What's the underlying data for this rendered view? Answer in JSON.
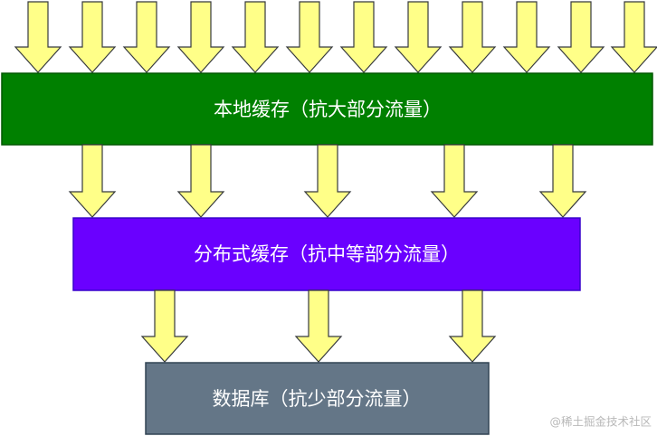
{
  "layers": {
    "local_cache": {
      "label": "本地缓存（抗大部分流量）",
      "color": "#008000"
    },
    "distributed_cache": {
      "label": "分布式缓存（抗中等部分流量）",
      "color": "#6a00ff"
    },
    "database": {
      "label": "数据库（抗少部分流量）",
      "color": "#647687"
    }
  },
  "arrow_style": {
    "fill": "#ffff88",
    "stroke": "#36393d"
  },
  "watermark": {
    "text": "@稀土掘金技术社区"
  }
}
